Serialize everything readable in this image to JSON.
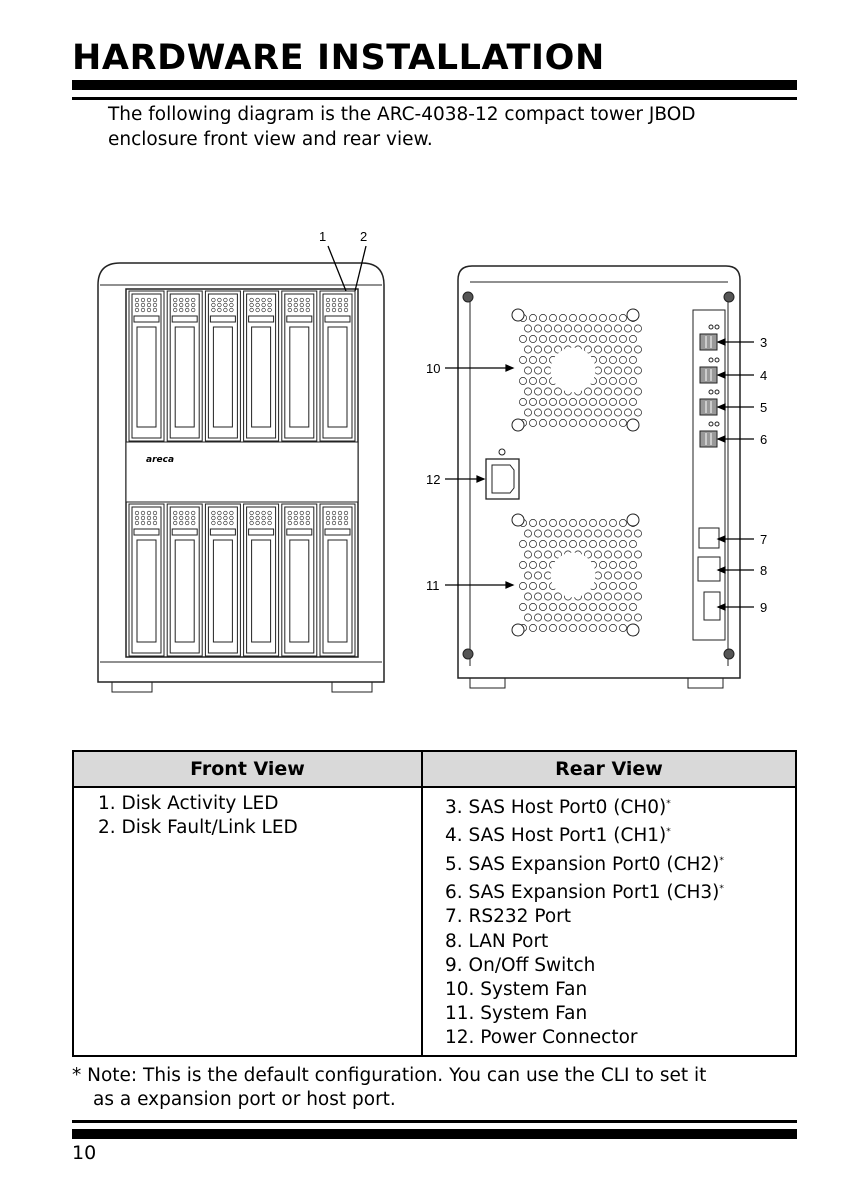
{
  "header": {
    "title": "HARDWARE INSTALLATION"
  },
  "intro": {
    "line1": "The following diagram is the ARC-4038-12 compact tower JBOD",
    "line2": "enclosure front view and rear view."
  },
  "diagram": {
    "logo": "areca",
    "callouts": [
      "1",
      "2",
      "3",
      "4",
      "5",
      "6",
      "7",
      "8",
      "9",
      "10",
      "11",
      "12"
    ]
  },
  "table": {
    "headers": [
      "Front View",
      "Rear View"
    ],
    "front_items": [
      "1. Disk Activity LED",
      "2. Disk Fault/Link LED"
    ],
    "rear_items": [
      {
        "text": "3. SAS Host Port0 (CH0)",
        "mark": "*"
      },
      {
        "text": "4. SAS Host Port1 (CH1)",
        "mark": "*"
      },
      {
        "text": "5. SAS Expansion Port0 (CH2)",
        "mark": "*"
      },
      {
        "text": "6. SAS Expansion Port1 (CH3)",
        "mark": "*"
      },
      {
        "text": "7. RS232 Port",
        "mark": ""
      },
      {
        "text": "8. LAN Port",
        "mark": ""
      },
      {
        "text": "9. On/Off Switch",
        "mark": ""
      },
      {
        "text": "10. System Fan",
        "mark": ""
      },
      {
        "text": "11. System Fan",
        "mark": ""
      },
      {
        "text": "12. Power Connector",
        "mark": ""
      }
    ]
  },
  "note": {
    "line1": "* Note: This is the default configuration. You can use the CLI to set it",
    "line2": "as a expansion port or host port."
  },
  "footer": {
    "page_number": "10"
  }
}
